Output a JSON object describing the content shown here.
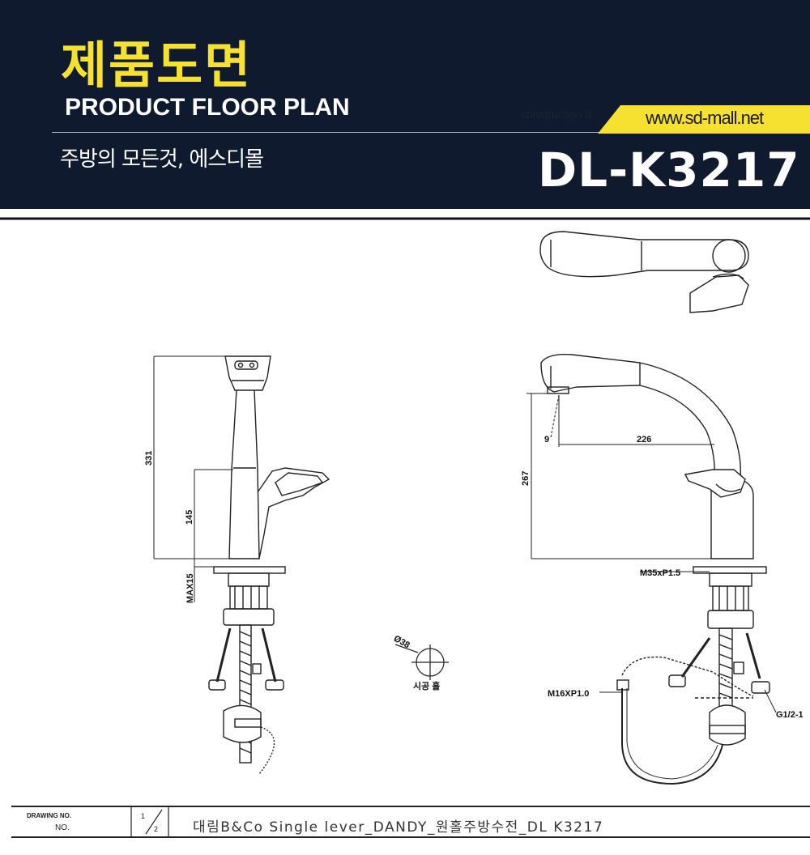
{
  "header": {
    "title_ko": "제품도면",
    "title_en": "PRODUCT FLOOR PLAN",
    "subtitle": "주방의 모든것, 에스디몰",
    "construction_text": "construction d",
    "url": "www.sd-mall.net",
    "model": "DL-K3217",
    "colors": {
      "background": "#0f1a2e",
      "accent": "#f6e131"
    }
  },
  "drawing": {
    "dimensions": {
      "height_total": "331",
      "height_lever": "145",
      "max_deck": "MAX15",
      "aerator_offset": "9",
      "reach": "226",
      "height_side": "267",
      "thread_body": "M35xP1.5",
      "thread_hose": "M16XP1.0",
      "thread_supply": "G1/2-1",
      "hole_diameter": "Ø38",
      "hole_label": "시공 홀"
    }
  },
  "title_block": {
    "label_top": "DRAWING NO.",
    "label_bottom": "NO.",
    "page_current": "1",
    "page_total": "2",
    "description": "대림B&Co Single lever_DANDY_원홀주방수전_DL K3217"
  }
}
